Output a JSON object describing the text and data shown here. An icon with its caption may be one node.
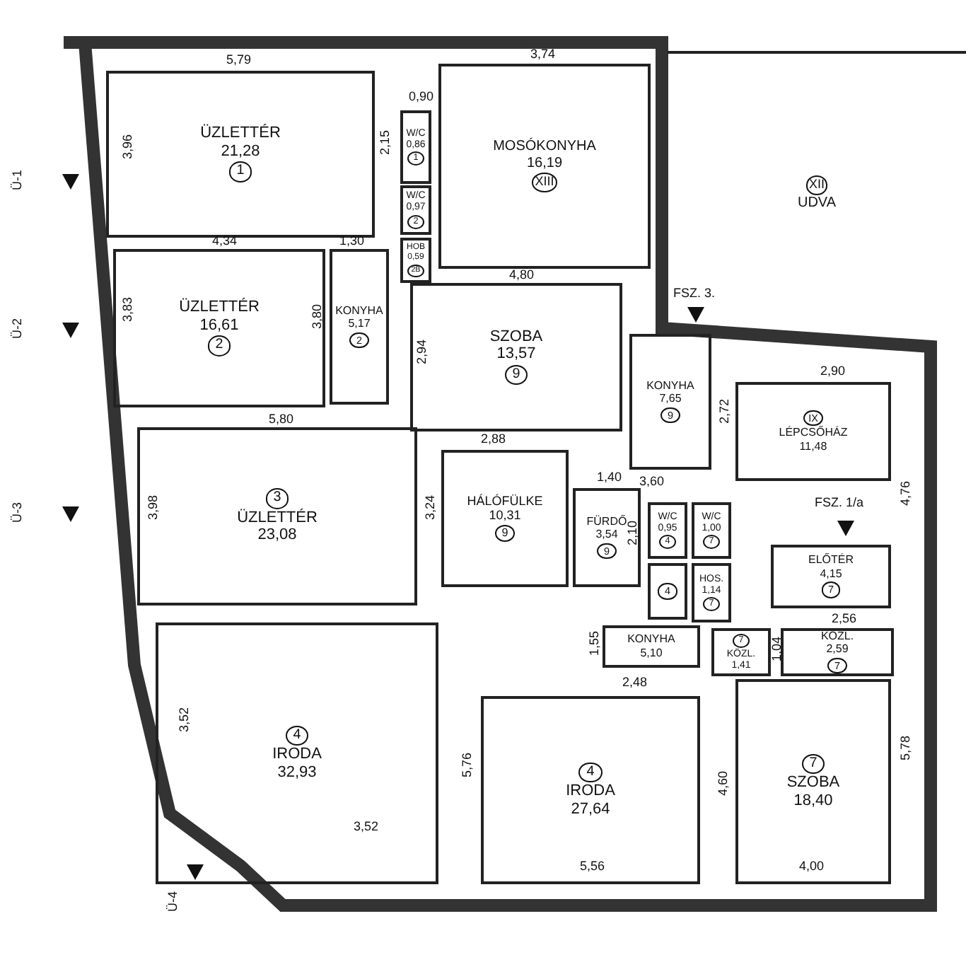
{
  "diagram": {
    "nodes": [
      {
        "text": [
          "ÜZLETTÉR",
          "21,28",
          "1"
        ]
      },
      {
        "text": [
          "W/C",
          "0,86",
          "1"
        ]
      },
      {
        "text": [
          "W/C",
          "0,97",
          "2"
        ]
      },
      {
        "text": [
          "HOB",
          "0,59",
          "2B"
        ]
      },
      {
        "text": [
          "MOSÓKONYHA",
          "16,19",
          "XIII"
        ]
      },
      {
        "text": [
          "XII",
          "UDVA"
        ]
      },
      {
        "text": [
          "ÜZLETTÉR",
          "16,61",
          "2"
        ]
      },
      {
        "text": [
          "KONYHA",
          "5,17",
          "2"
        ]
      },
      {
        "text": [
          "SZOBA",
          "13,57",
          "9"
        ]
      },
      {
        "text": [
          "KONYHA",
          "7,65",
          "9"
        ]
      },
      {
        "text": [
          "IX",
          "LÉPCSŐHÁZ",
          "11,48"
        ]
      },
      {
        "text": [
          "3",
          "ÜZLETTÉR",
          "23,08"
        ]
      },
      {
        "text": [
          "HÁLÓFÜLKE",
          "10,31",
          "9"
        ]
      },
      {
        "text": [
          "FÜRDŐ",
          "3,54",
          "9"
        ]
      },
      {
        "text": [
          "W/C",
          "0,95",
          "4"
        ]
      },
      {
        "text": [
          "W/C",
          "1,00",
          "7"
        ]
      },
      {
        "text": [
          "4"
        ]
      },
      {
        "text": [
          "HOS.",
          "1,14",
          "7"
        ]
      },
      {
        "text": [
          "ELŐTÉR",
          "4,15",
          "7"
        ]
      },
      {
        "text": [
          "KONYHA",
          "5,10"
        ]
      },
      {
        "text": [
          "7",
          "KÖZL.",
          "1,41"
        ]
      },
      {
        "text": [
          "KÖZL.",
          "2,59",
          "7"
        ]
      },
      {
        "text": [
          "4",
          "IRODA",
          "32,93"
        ]
      },
      {
        "text": [
          "4",
          "IRODA",
          "27,64"
        ]
      },
      {
        "text": [
          "7",
          "SZOBA",
          "18,40"
        ]
      }
    ],
    "labels": [
      "5,79",
      "3,96",
      "0,90",
      "2,15",
      "3,74",
      "Ü-1",
      "4,34",
      "1,30",
      "3,83",
      "3,80",
      "4,80",
      "Ü-2",
      "2,94",
      "FSZ. 3.",
      "2,72",
      "2,90",
      "5,80",
      "2,88",
      "Ü-3",
      "3,98",
      "3,60",
      "3,24",
      "1,40",
      "2,10",
      "4,76",
      "FSZ. 1/a",
      "2,56",
      "1,55",
      "1,04",
      "2,48",
      "3,52",
      "5,76",
      "4,60",
      "5,78",
      "3,52",
      "5,56",
      "4,00",
      "Ü-4"
    ]
  }
}
